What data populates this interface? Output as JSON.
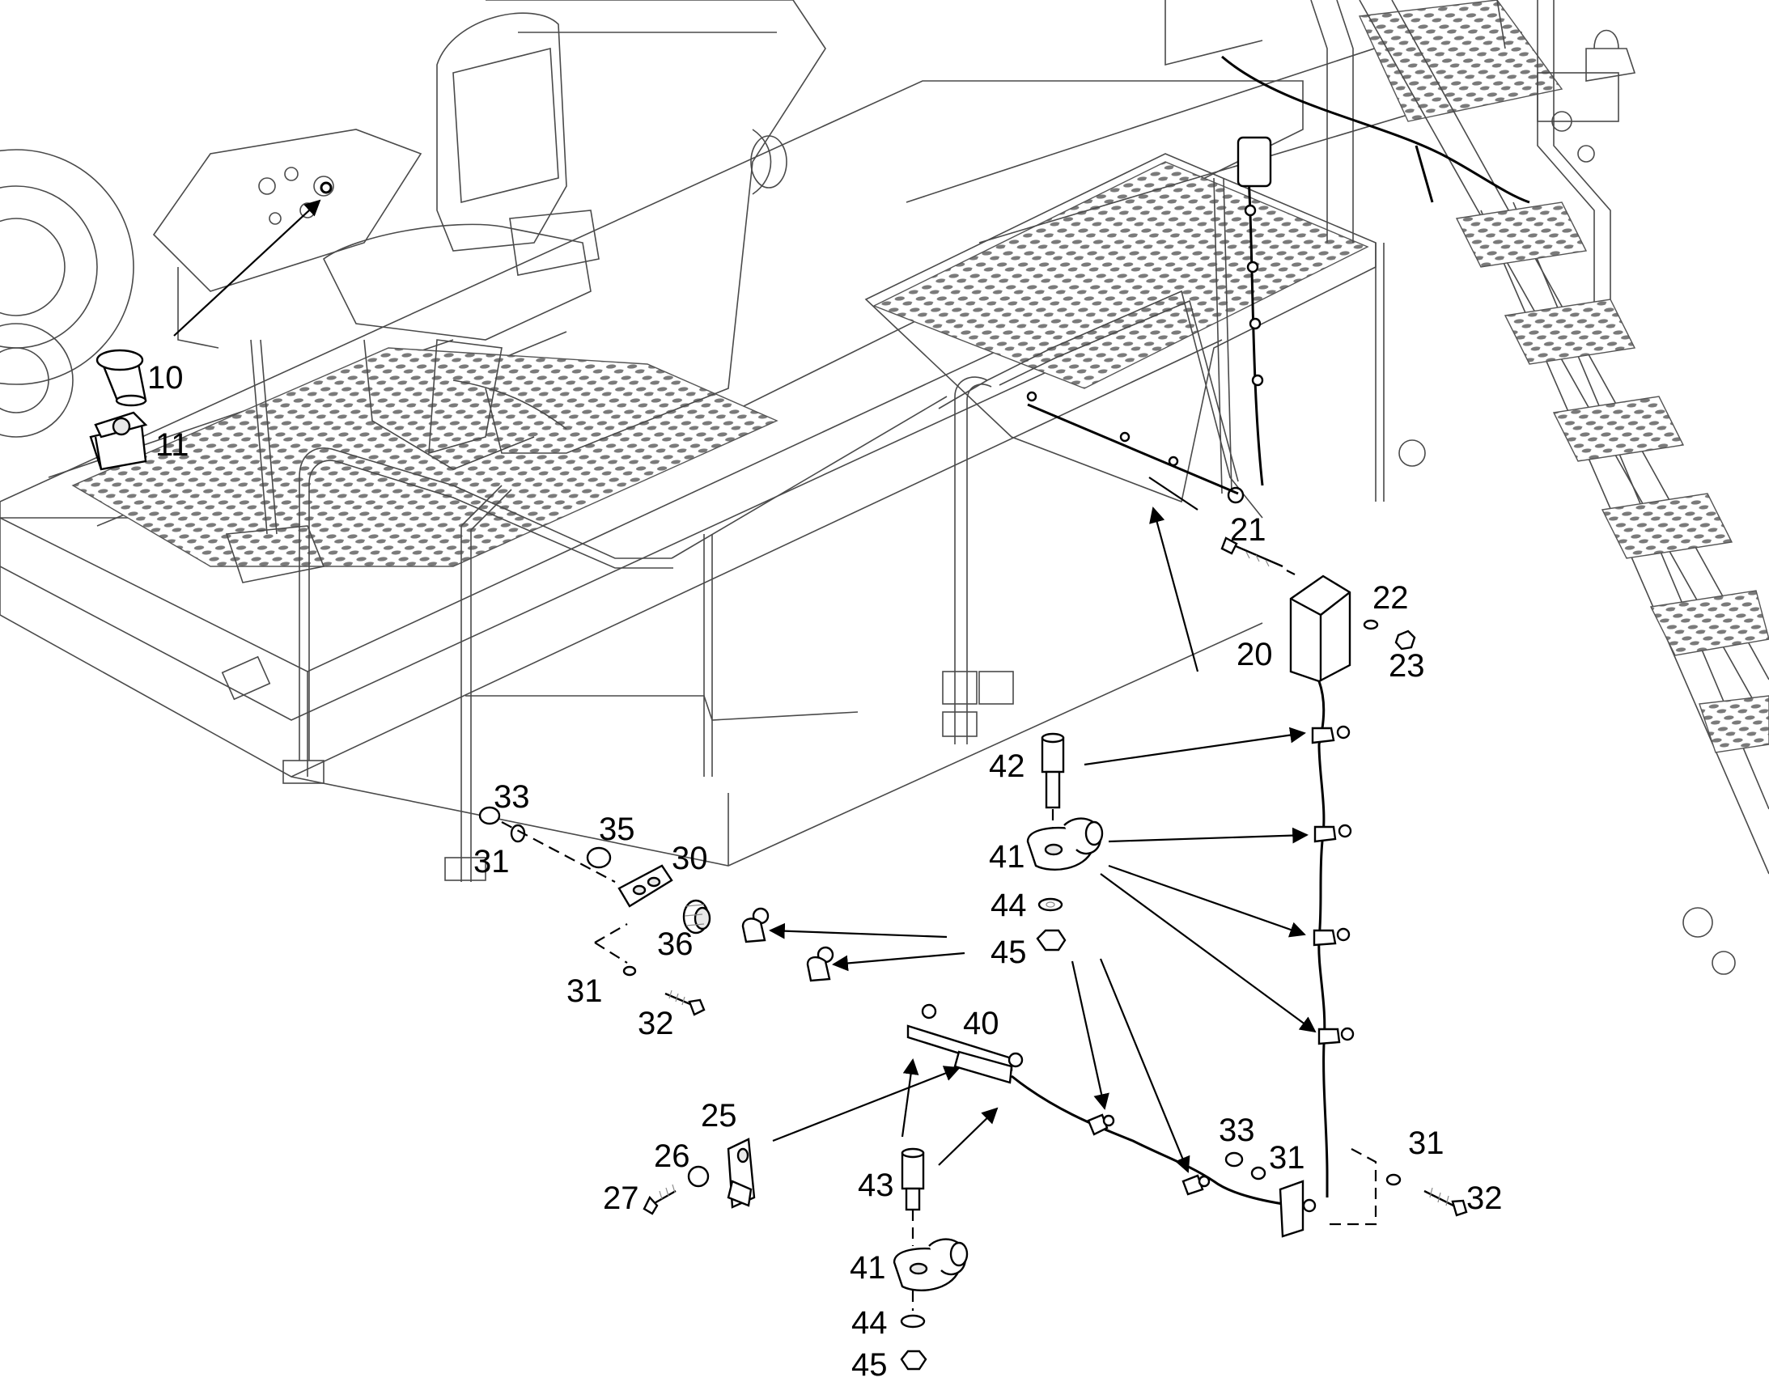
{
  "diagram": {
    "type": "exploded parts diagram",
    "callouts": {
      "c10": "10",
      "c11": "11",
      "c20": "20",
      "c21": "21",
      "c22": "22",
      "c23": "23",
      "c25": "25",
      "c26": "26",
      "c27": "27",
      "c30": "30",
      "c31a": "31",
      "c31b": "31",
      "c31c": "31",
      "c31d": "31",
      "c32a": "32",
      "c32b": "32",
      "c33a": "33",
      "c33b": "33",
      "c35": "35",
      "c36": "36",
      "c40": "40",
      "c41a": "41",
      "c41b": "41",
      "c42": "42",
      "c43": "43",
      "c44a": "44",
      "c44b": "44",
      "c45a": "45",
      "c45b": "45"
    }
  }
}
